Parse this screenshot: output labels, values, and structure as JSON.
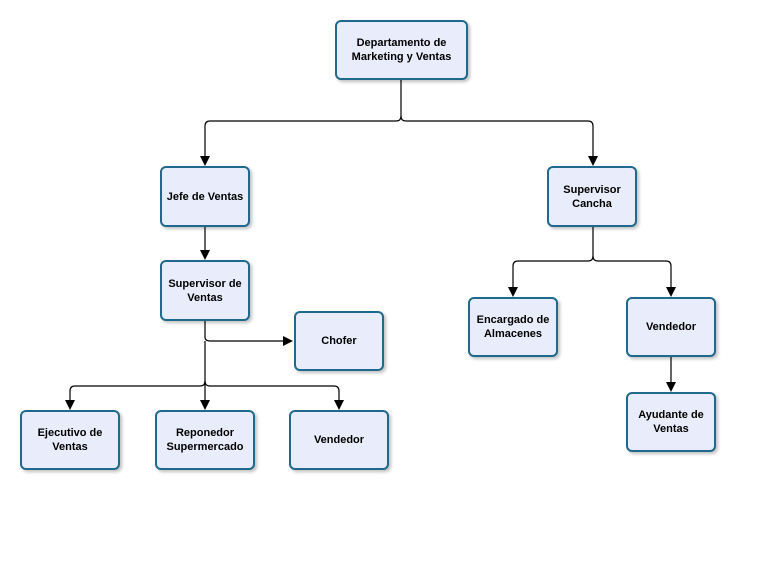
{
  "nodes": {
    "dept": "Departamento de\nMarketing y Ventas",
    "jefe": "Jefe de Ventas",
    "supcancha": "Supervisor\nCancha",
    "supventas": "Supervisor de\nVentas",
    "chofer": "Chofer",
    "encargado": "Encargado de\nAlmacenes",
    "vendedor_right": "Vendedor",
    "ejecutivo": "Ejecutivo de\nVentas",
    "reponedor": "Reponedor\nSupermercado",
    "vendedor_left": "Vendedor",
    "ayudante": "Ayudante de\nVentas"
  },
  "colors": {
    "node_fill": "#e9edfb",
    "node_border": "#1f6a8c",
    "connector": "#000000"
  }
}
